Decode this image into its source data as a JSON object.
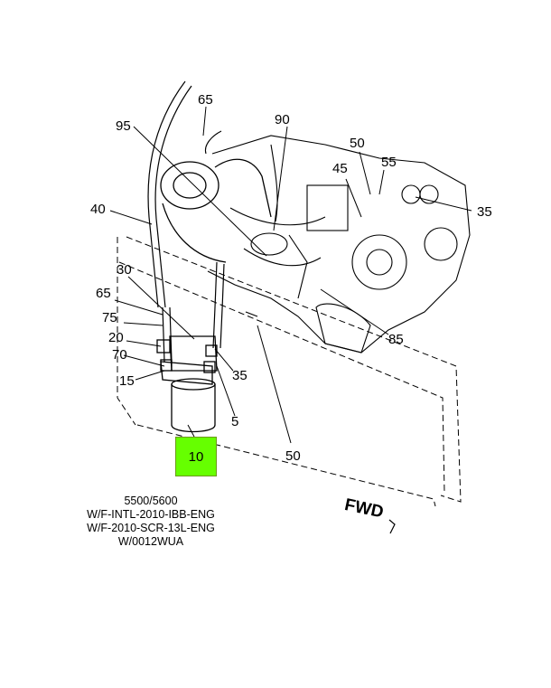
{
  "diagram": {
    "callouts": {
      "c65_top": "65",
      "c95": "95",
      "c90": "90",
      "c50_top": "50",
      "c55": "55",
      "c45": "45",
      "c35_right": "35",
      "c40": "40",
      "c30": "30",
      "c65_left": "65",
      "c75": "75",
      "c20": "20",
      "c70": "70",
      "c15": "15",
      "c35_mid": "35",
      "c5": "5",
      "c85": "85",
      "c50_bottom": "50",
      "c10": "10"
    },
    "highlight_color": "#66ff00",
    "notes": [
      "5500/5600",
      "W/F-INTL-2010-IBB-ENG",
      "W/F-2010-SCR-13L-ENG",
      "W/0012WUA"
    ],
    "direction_label": "FWD"
  }
}
